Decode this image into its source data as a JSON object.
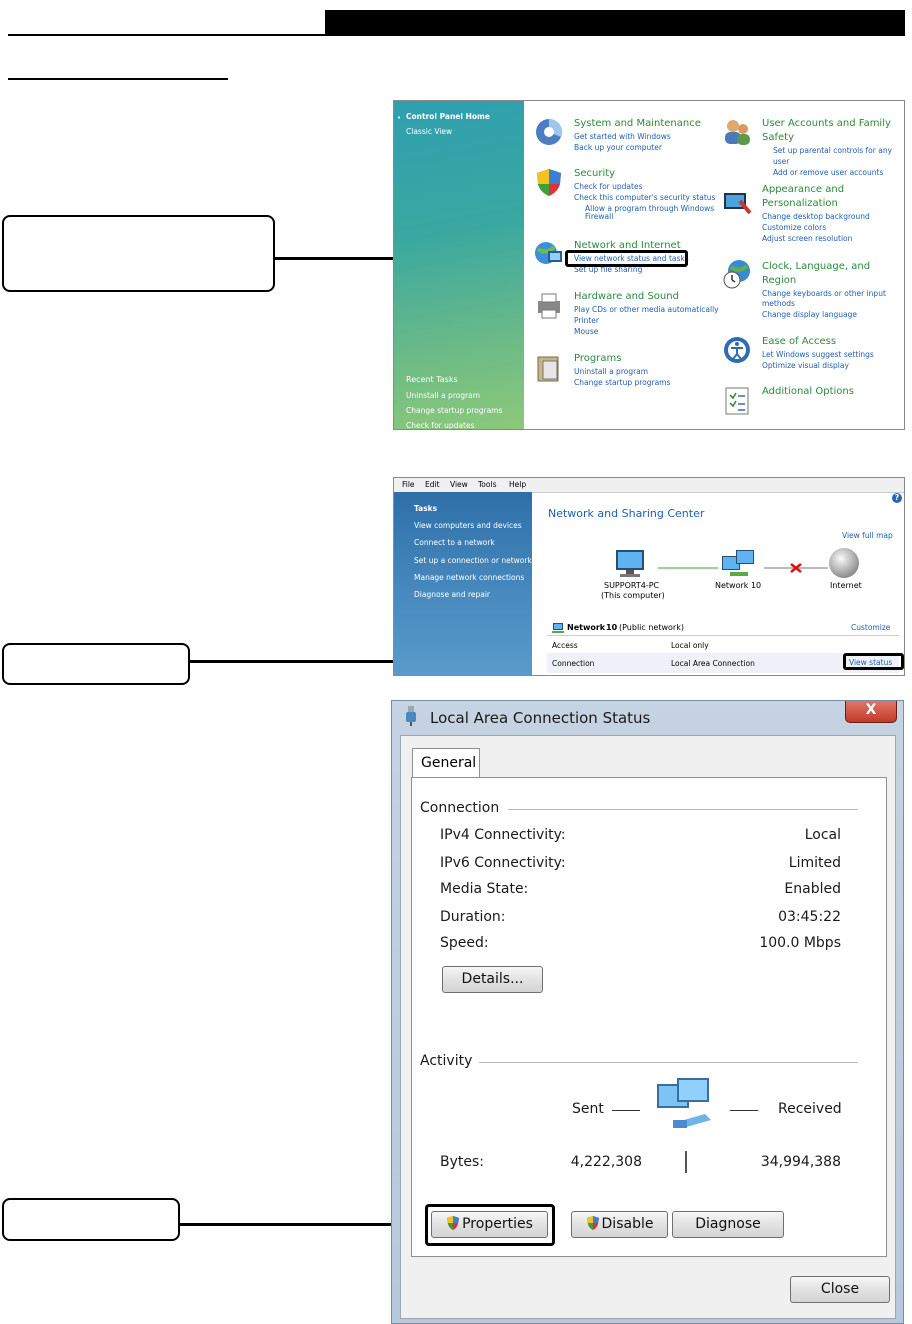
{
  "control_panel": {
    "sidebar": {
      "home": "Control Panel Home",
      "classic": "Classic View",
      "recent_tasks": "Recent Tasks",
      "tasks": [
        "Uninstall a program",
        "Change startup programs",
        "Check for updates"
      ]
    },
    "categories": {
      "system": {
        "title": "System and Maintenance",
        "links": [
          "Get started with Windows",
          "Back up your computer"
        ]
      },
      "security": {
        "title": "Security",
        "links": [
          "Check for updates",
          "Check this computer's security status",
          "Allow a program through Windows",
          "Firewall"
        ]
      },
      "network": {
        "title": "Network and Internet",
        "links": [
          "View network status and tasks",
          "Set up file sharing"
        ]
      },
      "hardware": {
        "title": "Hardware and Sound",
        "links": [
          "Play CDs or other media automatically",
          "Printer",
          "Mouse"
        ]
      },
      "programs": {
        "title": "Programs",
        "links": [
          "Uninstall a program",
          "Change startup programs"
        ]
      },
      "users": {
        "title1": "User Accounts and Family",
        "title2": "Safety",
        "links": [
          "Set up parental controls for any user",
          "Add or remove user accounts"
        ]
      },
      "appearance": {
        "title1": "Appearance and",
        "title2": "Personalization",
        "links": [
          "Change desktop background",
          "Customize colors",
          "Adjust screen resolution"
        ]
      },
      "clock": {
        "title1": "Clock, Language, and",
        "title2": "Region",
        "links": [
          "Change keyboards or other input",
          "methods",
          "Change display language"
        ]
      },
      "ease": {
        "title": "Ease of Access",
        "links": [
          "Let Windows suggest settings",
          "Optimize visual display"
        ]
      },
      "additional": {
        "title": "Additional Options"
      }
    }
  },
  "network_center": {
    "menu": [
      "File",
      "Edit",
      "View",
      "Tools",
      "Help"
    ],
    "tasks_header": "Tasks",
    "tasks": [
      "View computers and devices",
      "Connect to a network",
      "Set up a connection or network",
      "Manage network connections",
      "Diagnose and repair"
    ],
    "title": "Network and Sharing Center",
    "view_full_map": "View full map",
    "help": "?",
    "computer_name": "SUPPORT4-PC",
    "computer_sub": "(This computer)",
    "network_label": "Network 10",
    "internet_label": "Internet",
    "network_name": "Network",
    "network_number": "10",
    "network_type": "(Public network)",
    "customize": "Customize",
    "access_label": "Access",
    "access_value": "Local only",
    "connection_label": "Connection",
    "connection_value": "Local Area Connection",
    "view_status": "View status"
  },
  "status_dialog": {
    "title": "Local Area Connection Status",
    "close_x": "X",
    "tab": "General",
    "connection_group": "Connection",
    "rows": [
      {
        "label": "IPv4 Connectivity:",
        "value": "Local"
      },
      {
        "label": "IPv6 Connectivity:",
        "value": "Limited"
      },
      {
        "label": "Media State:",
        "value": "Enabled"
      },
      {
        "label": "Duration:",
        "value": "03:45:22"
      },
      {
        "label": "Speed:",
        "value": "100.0 Mbps"
      }
    ],
    "details_button": "Details...",
    "activity_group": "Activity",
    "sent_label": "Sent",
    "received_label": "Received",
    "bytes_label": "Bytes:",
    "bytes_sent": "4,222,308",
    "bytes_received": "34,994,388",
    "properties_button": "Properties",
    "disable_button": "Disable",
    "diagnose_button": "Diagnose",
    "close_button": "Close"
  },
  "colors": {
    "category_title": "#2b8a3a",
    "link": "#1f5fb0",
    "sidebar": "#3aa8a0"
  }
}
